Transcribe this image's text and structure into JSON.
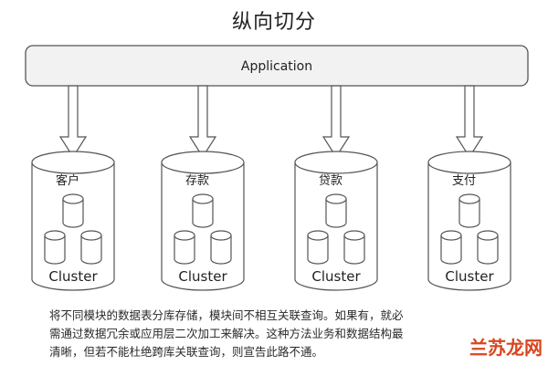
{
  "title": "纵向切分",
  "application_label": "Application",
  "clusters": [
    {
      "name": "客户",
      "label": "Cluster"
    },
    {
      "name": "存款",
      "label": "Cluster"
    },
    {
      "name": "贷款",
      "label": "Cluster"
    },
    {
      "name": "支付",
      "label": "Cluster"
    }
  ],
  "caption_lines": [
    "将不同模块的数据表分库存储，模块间不相互关联查询。如果有，就必",
    "需通过数据冗余或应用层二次加工来解决。这种方法业务和数据结构最",
    "清晰，但若不能杜绝跨库关联查询，则宣告此路不通。"
  ],
  "watermark": "兰苏龙网",
  "colors": {
    "stroke": "#555555",
    "fill": "#ffffff",
    "app_fill": "#f2f2f2",
    "text": "#222222"
  }
}
